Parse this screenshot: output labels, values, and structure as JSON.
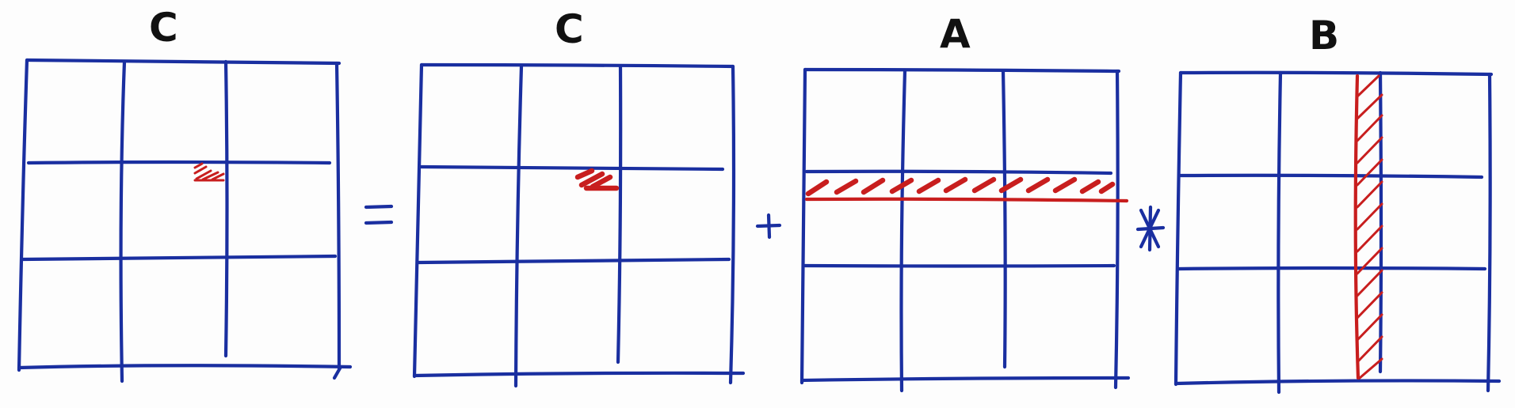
{
  "equation": {
    "matrices": [
      {
        "label": "C",
        "name": "result-c"
      },
      {
        "label": "C",
        "name": "input-c"
      },
      {
        "label": "A",
        "name": "matrix-a"
      },
      {
        "label": "B",
        "name": "matrix-b"
      }
    ],
    "operators": [
      "=",
      "+",
      "*"
    ],
    "grid": {
      "rows": 3,
      "cols": 3
    },
    "highlights": {
      "result-c": {
        "kind": "cell",
        "row": 1,
        "col": 1
      },
      "input-c": {
        "kind": "cell",
        "row": 1,
        "col": 1
      },
      "matrix-a": {
        "kind": "row",
        "row": 1
      },
      "matrix-b": {
        "kind": "column",
        "col": 1
      }
    },
    "colors": {
      "grid": "#1a2fa0",
      "highlight": "#c81e1e",
      "label": "#111111"
    }
  }
}
